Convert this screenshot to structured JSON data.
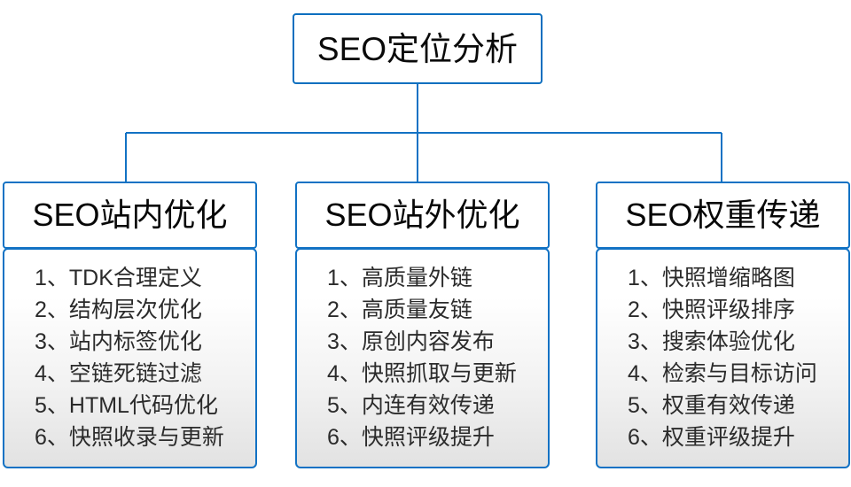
{
  "diagram": {
    "type": "org-tree",
    "root": {
      "label": "SEO定位分析"
    },
    "accent_color": "#1272c4",
    "branches": [
      {
        "title": "SEO站内优化",
        "items": [
          "1、TDK合理定义",
          "2、结构层次优化",
          "3、站内标签优化",
          "4、空链死链过滤",
          "5、HTML代码优化",
          "6、快照收录与更新"
        ]
      },
      {
        "title": "SEO站外优化",
        "items": [
          "1、高质量外链",
          "2、高质量友链",
          "3、原创内容发布",
          "4、快照抓取与更新",
          "5、内连有效传递",
          "6、快照评级提升"
        ]
      },
      {
        "title": "SEO权重传递",
        "items": [
          "1、快照增缩略图",
          "2、快照评级排序",
          "3、搜索体验优化",
          "4、检索与目标访问",
          "5、权重有效传递",
          "6、权重评级提升"
        ]
      }
    ]
  }
}
